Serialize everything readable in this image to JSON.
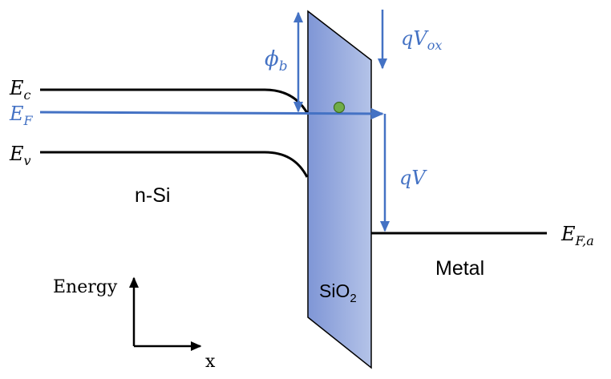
{
  "labels": {
    "ec": {
      "main": "E",
      "sub": "c"
    },
    "ef": {
      "main": "E",
      "sub": "F"
    },
    "ev": {
      "main": "E",
      "sub": "v"
    },
    "efa": {
      "main": "E",
      "sub": "F,a"
    },
    "phib": {
      "main": "ϕ",
      "sub": "b"
    },
    "qvox": {
      "main": "qV",
      "sub": "ox"
    },
    "qv": "qV",
    "nsi": "n-Si",
    "metal": "Metal",
    "sio2": {
      "main": "SiO",
      "sub": "2"
    },
    "energy": "Energy",
    "x": "x"
  },
  "colors": {
    "band_line": "#000000",
    "fermi_line": "#4472c4",
    "oxide_fill_start": "#7f96d6",
    "oxide_fill_end": "#b4c3e8",
    "oxide_stroke": "#000000",
    "electron": "#70ad47",
    "electron_stroke": "#3d6b1f",
    "arrow_blue": "#4472c4",
    "label_blue": "#4472c4",
    "label_black": "#000000"
  }
}
